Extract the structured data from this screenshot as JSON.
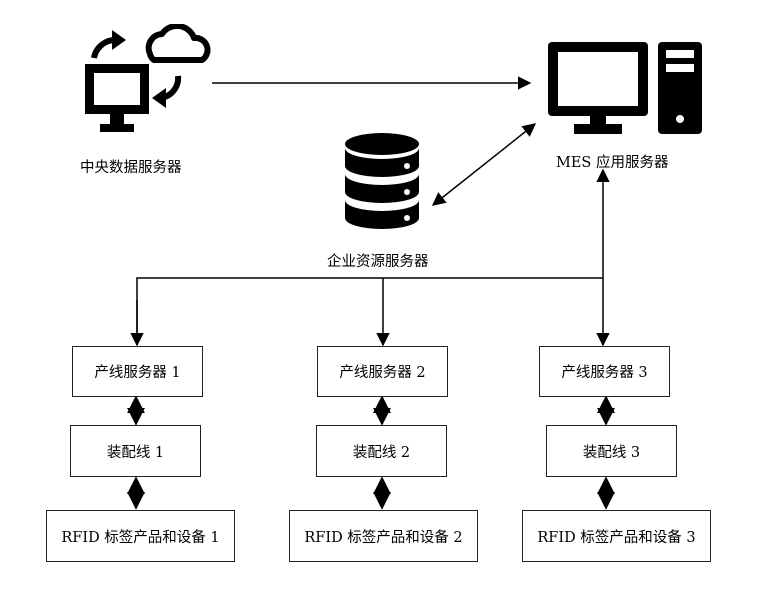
{
  "nodes": {
    "central_data_server": {
      "label": "中央数据服务器",
      "icon": "cloud-sync-computer-icon"
    },
    "mes_server": {
      "label": "MES 应用服务器",
      "icon": "desktop-computer-icon"
    },
    "erp_server": {
      "label": "企业资源服务器",
      "icon": "database-icon"
    }
  },
  "lines": [
    {
      "server": "产线服务器 1",
      "assembly": "装配线 1",
      "rfid": "RFID 标签产品和设备 1"
    },
    {
      "server": "产线服务器 2",
      "assembly": "装配线 2",
      "rfid": "RFID 标签产品和设备 2"
    },
    {
      "server": "产线服务器 3",
      "assembly": "装配线 3",
      "rfid": "RFID 标签产品和设备 3"
    }
  ],
  "edges": [
    {
      "from": "中央数据服务器",
      "to": "MES 应用服务器",
      "direction": "one-way"
    },
    {
      "from": "企业资源服务器",
      "to": "MES 应用服务器",
      "direction": "two-way"
    },
    {
      "from": "MES 应用服务器",
      "to": "产线服务器 1/2/3",
      "direction": "bus, one-way down (MES end two-way)"
    },
    {
      "from": "产线服务器",
      "to": "装配线",
      "direction": "two-way"
    },
    {
      "from": "装配线",
      "to": "RFID 标签产品和设备",
      "direction": "two-way"
    }
  ]
}
